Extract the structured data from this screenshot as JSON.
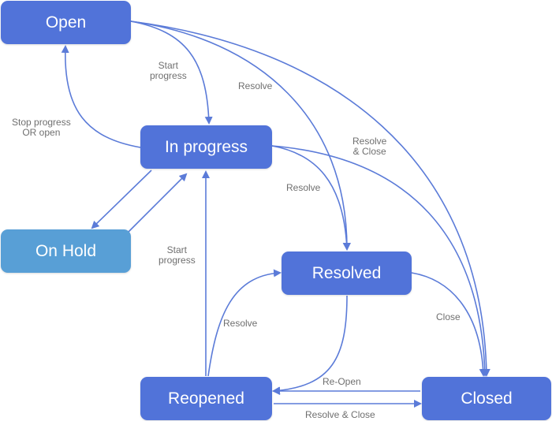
{
  "colors": {
    "node": "#5173d9",
    "node_hold": "#589fd6",
    "edge": "#5b7bd8",
    "label": "#6f6f6f"
  },
  "nodes": {
    "open": "Open",
    "in_progress": "In progress",
    "on_hold": "On Hold",
    "resolved": "Resolved",
    "reopened": "Reopened",
    "closed": "Closed"
  },
  "edges": {
    "open_to_progress": "Start\nprogress",
    "open_resolve": "Resolve",
    "open_resolve_close": "Resolve\n& Close",
    "progress_stop": "Stop progress\nOR open",
    "progress_resolve": "Resolve",
    "reopened_start": "Start\nprogress",
    "reopened_resolve": "Resolve",
    "resolved_close": "Close",
    "closed_reopen": "Re-Open",
    "reopened_resolve_close": "Resolve & Close"
  }
}
